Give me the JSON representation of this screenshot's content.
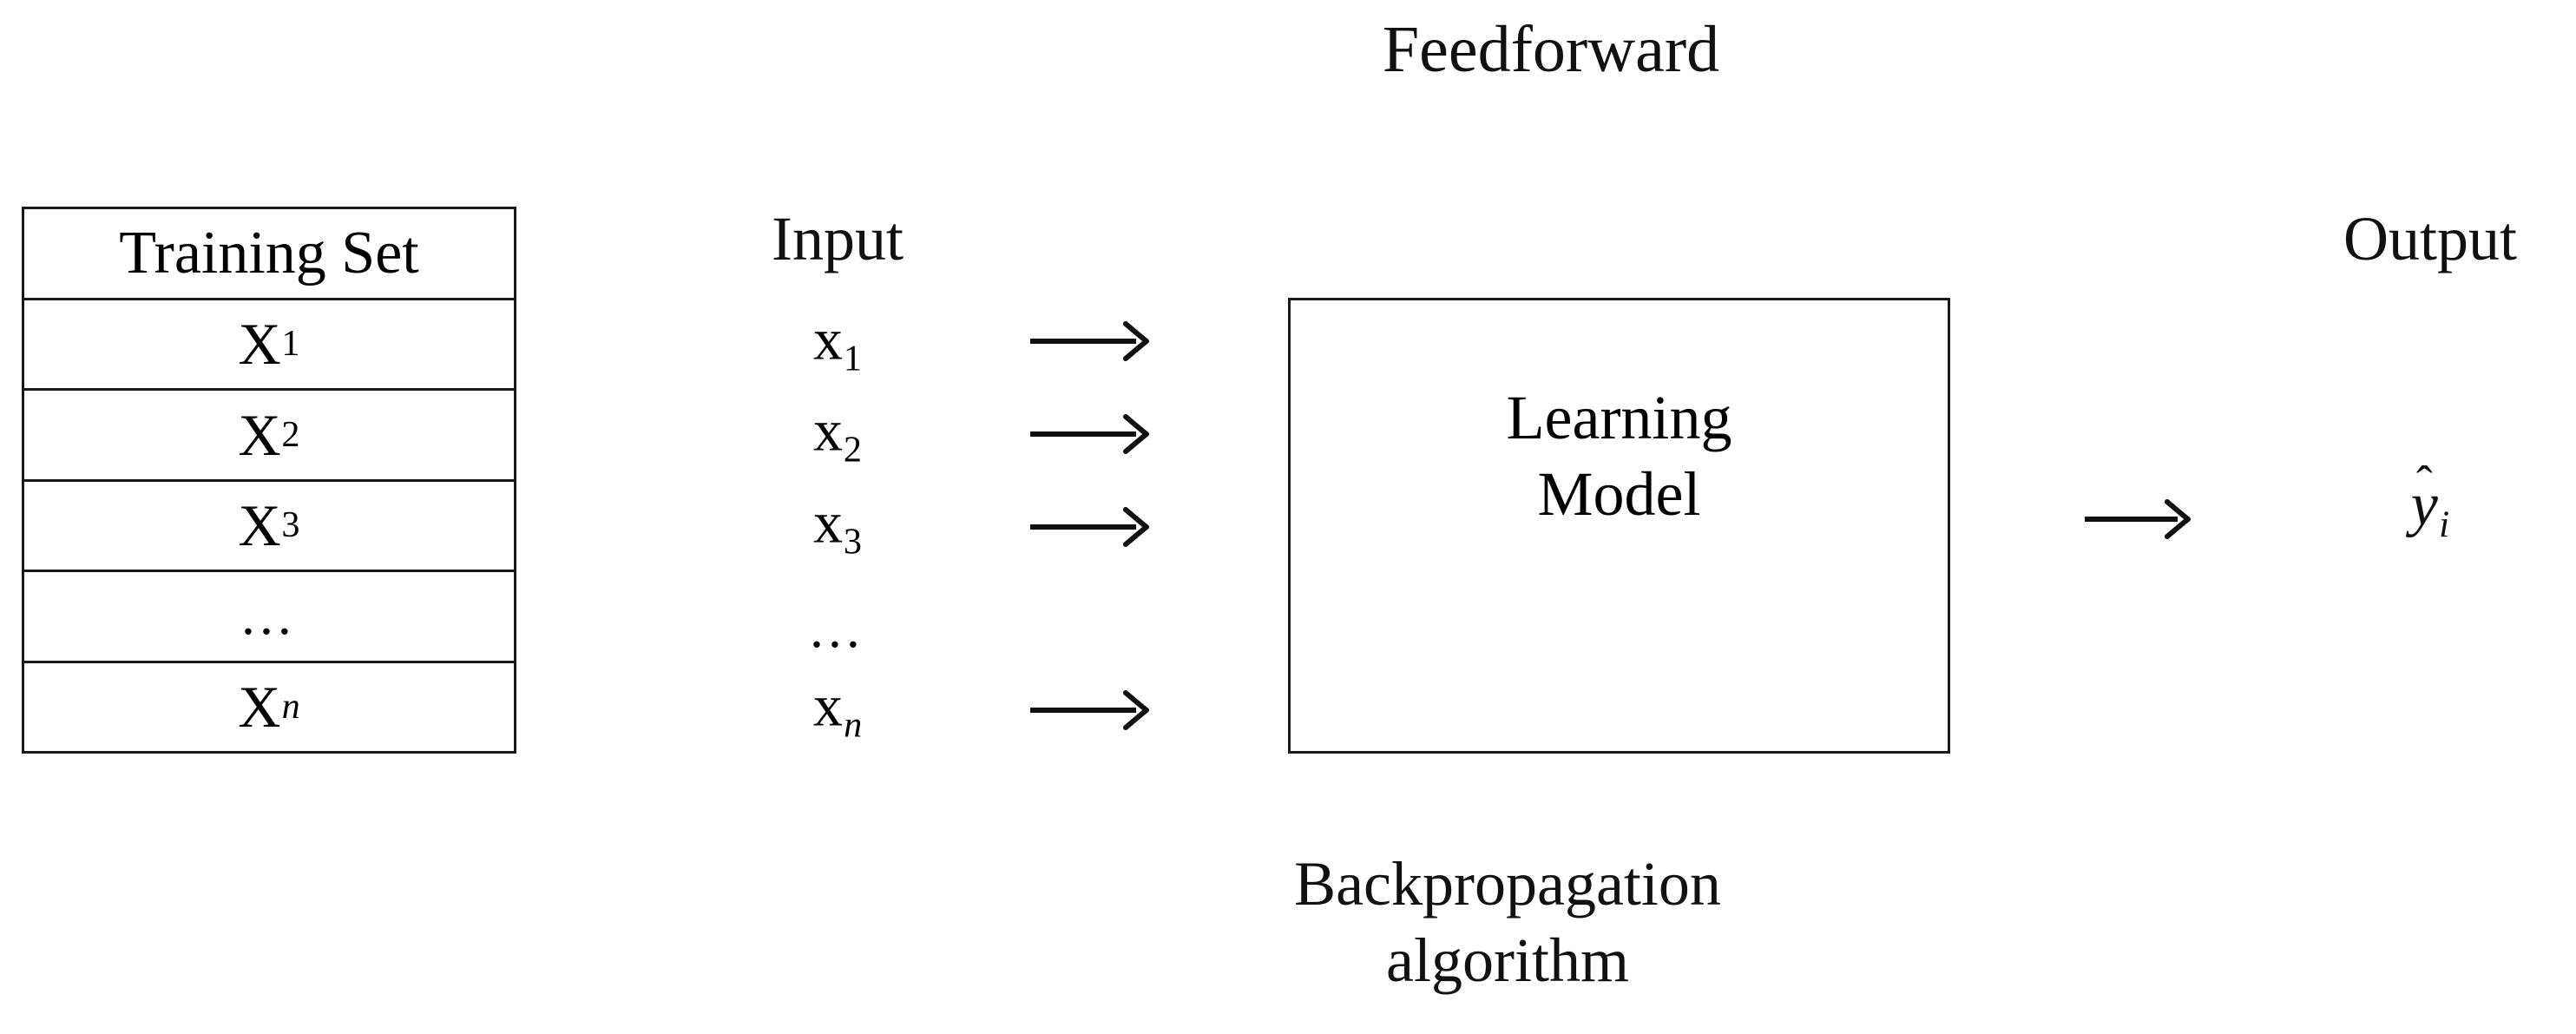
{
  "diagram": {
    "title": "Feedforward",
    "caption_line1": "Backpropagation",
    "caption_line2": "algorithm",
    "ink_color": "#111111",
    "background_color": "#ffffff"
  },
  "training_set": {
    "header": "Training Set",
    "rows": [
      {
        "base": "X",
        "sub": "1",
        "sub_italic": false
      },
      {
        "base": "X",
        "sub": "2",
        "sub_italic": false
      },
      {
        "base": "X",
        "sub": "3",
        "sub_italic": false
      },
      {
        "base": "…",
        "sub": "",
        "sub_italic": false
      },
      {
        "base": "X",
        "sub": "n",
        "sub_italic": true
      }
    ],
    "row_texts": [
      "X1",
      "X2",
      "X3",
      "...",
      "Xn"
    ]
  },
  "input": {
    "label": "Input",
    "values": [
      {
        "base": "x",
        "sub": "1",
        "sub_italic": false
      },
      {
        "base": "x",
        "sub": "2",
        "sub_italic": false
      },
      {
        "base": "x",
        "sub": "3",
        "sub_italic": false
      },
      {
        "base": "…",
        "sub": "",
        "sub_italic": false
      },
      {
        "base": "x",
        "sub": "n",
        "sub_italic": true
      }
    ],
    "value_texts": [
      "x1",
      "x2",
      "x3",
      "...",
      "xn"
    ]
  },
  "arrows": {
    "input_arrow_count": 4,
    "output_arrow_count": 1,
    "glyph": "⟶",
    "direction": "right"
  },
  "model": {
    "line1": "Learning",
    "line2": "Model"
  },
  "output": {
    "label": "Output",
    "symbol_base": "y",
    "symbol_hat": "ˆ",
    "symbol_sub": "i",
    "symbol_text": "ŷi"
  }
}
